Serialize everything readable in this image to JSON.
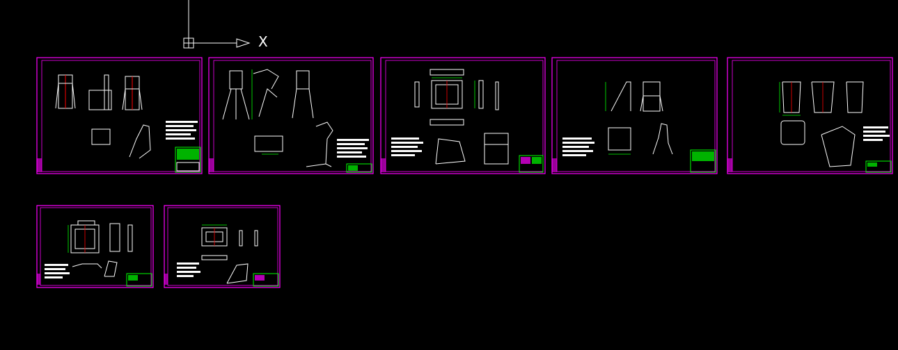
{
  "viewport": {
    "background": "#000000"
  },
  "ucs": {
    "x_axis_label": "X",
    "color": "#ffffff"
  },
  "colors": {
    "frame": "#ff00ff",
    "geometry": "#ffffff",
    "dimension": "#00ff00",
    "centerline": "#ff0000",
    "title_block": "#00ff00"
  },
  "sheets": [
    {
      "id": "sheet-1"
    },
    {
      "id": "sheet-2"
    },
    {
      "id": "sheet-3"
    },
    {
      "id": "sheet-4"
    },
    {
      "id": "sheet-5"
    },
    {
      "id": "sheet-6"
    },
    {
      "id": "sheet-7"
    }
  ]
}
